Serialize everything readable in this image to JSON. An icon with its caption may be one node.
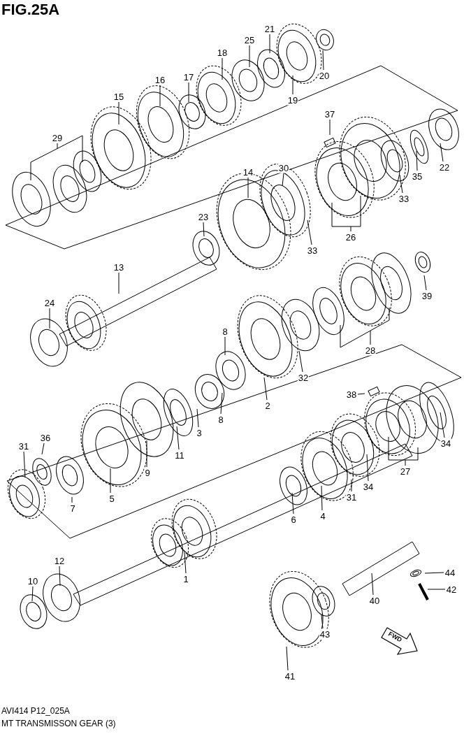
{
  "diagram": {
    "title": "FIG.25A",
    "caption": "MT TRANSMISSON GEAR (3)",
    "nodes": [
      {
        "text": [
          "21"
        ]
      },
      {
        "text": [
          "25"
        ]
      },
      {
        "text": [
          "18"
        ]
      },
      {
        "text": [
          "16"
        ]
      },
      {
        "text": [
          "17"
        ]
      },
      {
        "text": [
          "20"
        ]
      },
      {
        "text": [
          "15"
        ]
      },
      {
        "text": [
          "19"
        ]
      },
      {
        "text": [
          "37"
        ]
      },
      {
        "text": [
          "29"
        ]
      },
      {
        "text": [
          "22"
        ]
      },
      {
        "text": [
          "30"
        ]
      },
      {
        "text": [
          "14"
        ]
      },
      {
        "text": [
          "35"
        ]
      },
      {
        "text": [
          "33"
        ]
      },
      {
        "text": [
          "23"
        ]
      },
      {
        "text": [
          "26"
        ]
      },
      {
        "text": [
          "33"
        ]
      },
      {
        "text": [
          "13"
        ]
      },
      {
        "text": [
          "24"
        ]
      },
      {
        "text": [
          "39"
        ]
      },
      {
        "text": [
          "8"
        ]
      },
      {
        "text": [
          "28"
        ]
      },
      {
        "text": [
          "32"
        ]
      },
      {
        "text": [
          "2"
        ]
      },
      {
        "text": [
          "8"
        ]
      },
      {
        "text": [
          "38"
        ]
      },
      {
        "text": [
          "3"
        ]
      },
      {
        "text": [
          "36"
        ]
      },
      {
        "text": [
          "31"
        ]
      },
      {
        "text": [
          "34"
        ]
      },
      {
        "text": [
          "11"
        ]
      },
      {
        "text": [
          "9"
        ]
      },
      {
        "text": [
          "27"
        ]
      },
      {
        "text": [
          "5"
        ]
      },
      {
        "text": [
          "7"
        ]
      },
      {
        "text": [
          "34"
        ]
      },
      {
        "text": [
          "31"
        ]
      },
      {
        "text": [
          "6"
        ]
      },
      {
        "text": [
          "4"
        ]
      },
      {
        "text": [
          "12"
        ]
      },
      {
        "text": [
          "44"
        ]
      },
      {
        "text": [
          "10"
        ]
      },
      {
        "text": [
          "1"
        ]
      },
      {
        "text": [
          "42"
        ]
      },
      {
        "text": [
          "40"
        ]
      },
      {
        "text": [
          "43"
        ]
      },
      {
        "text": [
          "41"
        ]
      }
    ],
    "edges": [
      {
        "from": 0,
        "to": null,
        "arrow": "none"
      },
      {
        "from": 1,
        "to": null,
        "arrow": "none"
      },
      {
        "from": 2,
        "to": null,
        "arrow": "none"
      },
      {
        "from": 3,
        "to": null,
        "arrow": "none"
      },
      {
        "from": 4,
        "to": null,
        "arrow": "none"
      },
      {
        "from": 5,
        "to": null,
        "arrow": "none"
      },
      {
        "from": 6,
        "to": null,
        "arrow": "none"
      },
      {
        "from": 7,
        "to": null,
        "arrow": "none"
      },
      {
        "from": 8,
        "to": null,
        "arrow": "none"
      },
      {
        "from": 9,
        "to": null,
        "arrow": "none"
      },
      {
        "from": 10,
        "to": null,
        "arrow": "none"
      },
      {
        "from": 11,
        "to": null,
        "arrow": "none"
      },
      {
        "from": 12,
        "to": null,
        "arrow": "none"
      },
      {
        "from": 13,
        "to": null,
        "arrow": "none"
      },
      {
        "from": 14,
        "to": null,
        "arrow": "none"
      },
      {
        "from": 15,
        "to": null,
        "arrow": "none"
      },
      {
        "from": 16,
        "to": null,
        "arrow": "none"
      },
      {
        "from": 17,
        "to": null,
        "arrow": "none"
      },
      {
        "from": 18,
        "to": null,
        "arrow": "none"
      },
      {
        "from": 19,
        "to": null,
        "arrow": "none"
      },
      {
        "from": 20,
        "to": null,
        "arrow": "none"
      },
      {
        "from": 21,
        "to": null,
        "arrow": "none"
      },
      {
        "from": 22,
        "to": null,
        "arrow": "none"
      },
      {
        "from": 23,
        "to": null,
        "arrow": "none"
      },
      {
        "from": 24,
        "to": null,
        "arrow": "none"
      },
      {
        "from": 25,
        "to": null,
        "arrow": "none"
      },
      {
        "from": 26,
        "to": null,
        "arrow": "none"
      },
      {
        "from": 27,
        "to": null,
        "arrow": "none"
      },
      {
        "from": 28,
        "to": null,
        "arrow": "none"
      },
      {
        "from": 29,
        "to": null,
        "arrow": "none"
      },
      {
        "from": 30,
        "to": null,
        "arrow": "none"
      },
      {
        "from": 31,
        "to": null,
        "arrow": "none"
      },
      {
        "from": 32,
        "to": null,
        "arrow": "none"
      },
      {
        "from": 33,
        "to": null,
        "arrow": "none"
      },
      {
        "from": 34,
        "to": null,
        "arrow": "none"
      },
      {
        "from": 35,
        "to": null,
        "arrow": "none"
      },
      {
        "from": 36,
        "to": null,
        "arrow": "none"
      },
      {
        "from": 37,
        "to": null,
        "arrow": "none"
      },
      {
        "from": 38,
        "to": null,
        "arrow": "none"
      },
      {
        "from": 39,
        "to": null,
        "arrow": "none"
      },
      {
        "from": 40,
        "to": null,
        "arrow": "none"
      },
      {
        "from": 41,
        "to": null,
        "arrow": "none"
      },
      {
        "from": 42,
        "to": null,
        "arrow": "none"
      },
      {
        "from": 43,
        "to": null,
        "arrow": "none"
      },
      {
        "from": 44,
        "to": null,
        "arrow": "none"
      },
      {
        "from": 45,
        "to": null,
        "arrow": "none"
      },
      {
        "from": 46,
        "to": null,
        "arrow": "none"
      },
      {
        "from": 47,
        "to": null,
        "arrow": "none"
      }
    ],
    "labels": [
      "FWD",
      "AVI414 P12_025A"
    ]
  }
}
